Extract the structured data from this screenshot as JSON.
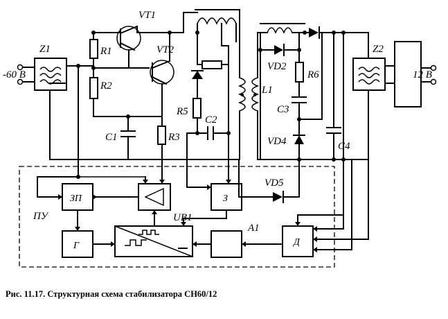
{
  "labels": {
    "Z1": "Z1",
    "Z2": "Z2",
    "VT1": "VT1",
    "VT2": "VT2",
    "R1": "R1",
    "R2": "R2",
    "R3": "R3",
    "R5": "R5",
    "R6": "R6",
    "C1": "C1",
    "C2": "C2",
    "C3": "C3",
    "C4": "C4",
    "L1": "L1",
    "VD2": "VD2",
    "VD4": "VD4",
    "VD5": "VD5",
    "UB1": "UB1",
    "A1": "A1",
    "PU": "ПУ",
    "input_voltage": "-60 В",
    "output_voltage": "12 В"
  },
  "blocks": {
    "ZP": "ЗП",
    "G": "Г",
    "Z": "З",
    "D": "Д"
  },
  "caption": "Рис. 11.17. Структурная схема стабилизатора СН60/12"
}
